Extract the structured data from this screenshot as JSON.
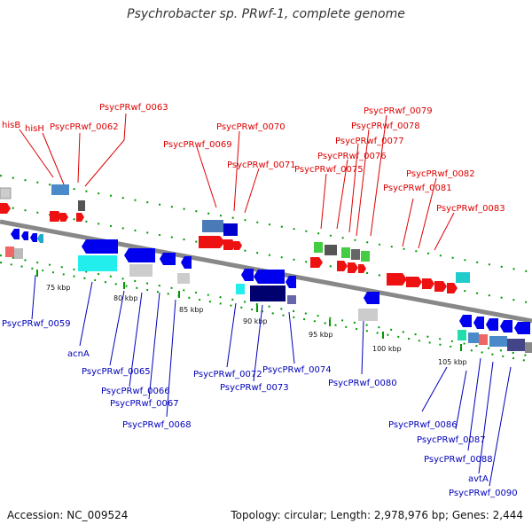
{
  "title": "Psychrobacter sp. PRwf-1, complete genome",
  "accession": "Accession: NC_009524",
  "summary": "Topology: circular; Length: 2,978,976 bp; Genes: 2,444",
  "colors": {
    "forward": "#ee1111",
    "reverse": "#0000ee",
    "backbone": "#888888",
    "ticks": "#009900"
  },
  "ruler_labels": [
    "75 kbp",
    "80 kbp",
    "85 kbp",
    "90 kbp",
    "95 kbp",
    "100 kbp",
    "105 kbp"
  ],
  "forward_labels": [
    "hisB",
    "hisH",
    "PsycPRwf_0062",
    "PsycPRwf_0063",
    "PsycPRwf_0069",
    "PsycPRwf_0070",
    "PsycPRwf_0071",
    "PsycPRwf_0075",
    "PsycPRwf_0076",
    "PsycPRwf_0077",
    "PsycPRwf_0078",
    "PsycPRwf_0079",
    "PsycPRwf_0081",
    "PsycPRwf_0082",
    "PsycPRwf_0083"
  ],
  "reverse_labels": [
    "PsycPRwf_0059",
    "acnA",
    "PsycPRwf_0065",
    "PsycPRwf_0066",
    "PsycPRwf_0067",
    "PsycPRwf_0068",
    "PsycPRwf_0072",
    "PsycPRwf_0073",
    "PsycPRwf_0074",
    "PsycPRwf_0080",
    "PsycPRwf_0086",
    "PsycPRwf_0087",
    "PsycPRwf_0088",
    "avtA",
    "PsycPRwf_0090"
  ]
}
